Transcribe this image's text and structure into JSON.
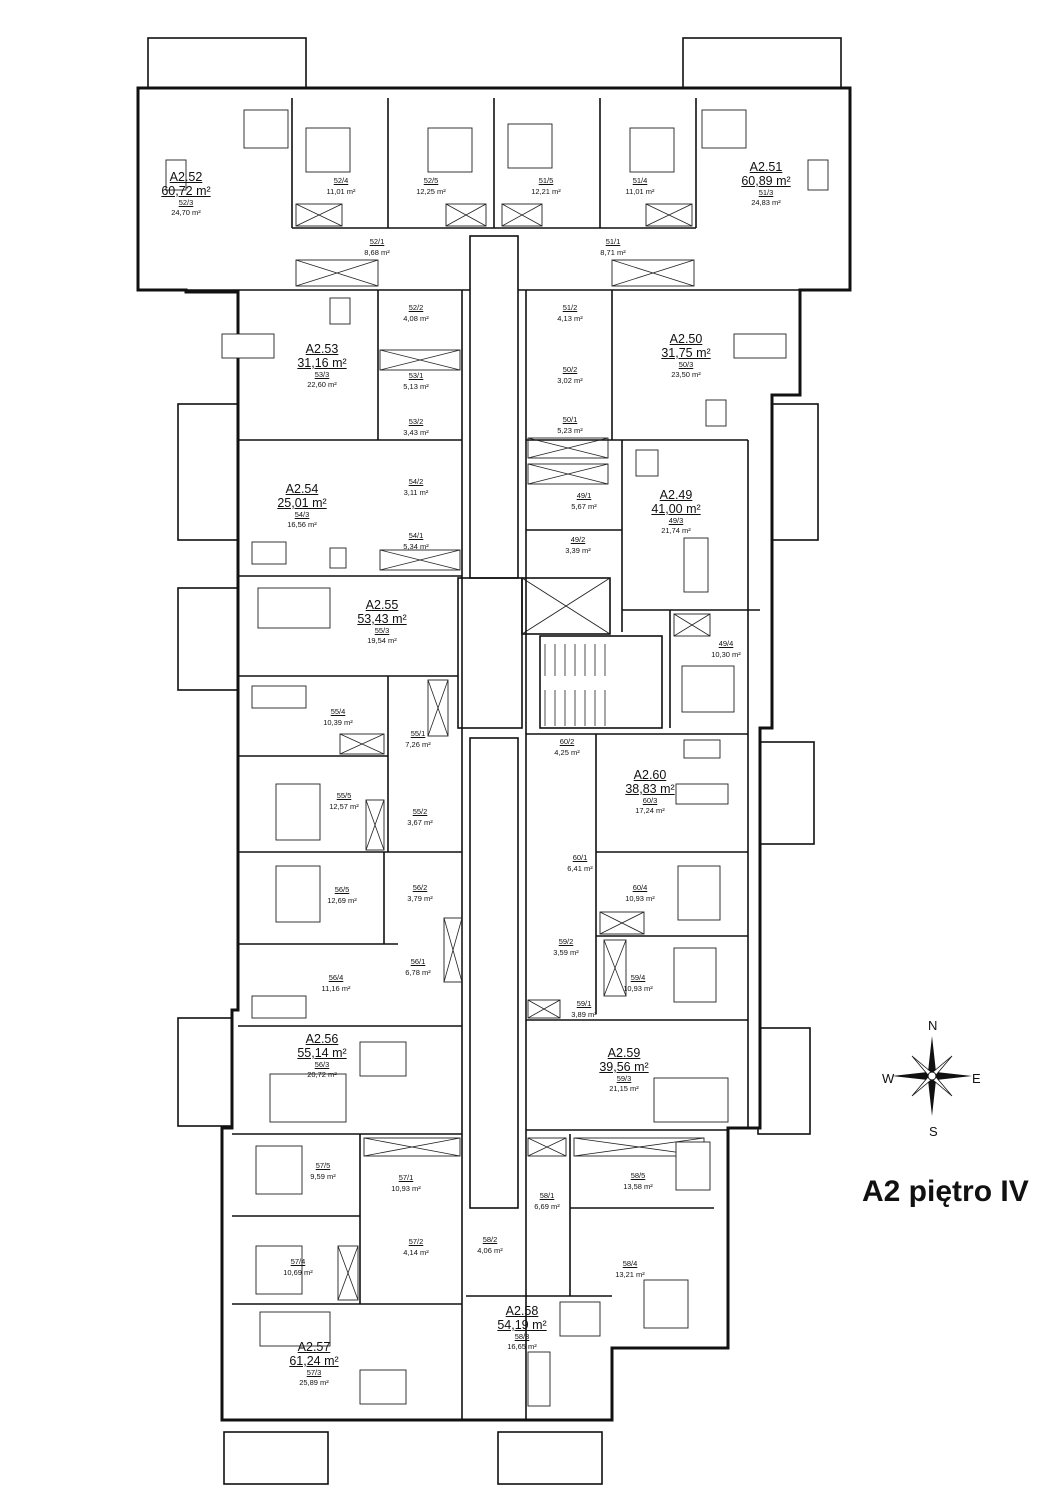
{
  "title": "A2 piętro IV",
  "compass": {
    "n": "N",
    "e": "E",
    "s": "S",
    "w": "W"
  },
  "apartments": [
    {
      "name": "A2.52",
      "area": "60,72 m²",
      "room": "52/3",
      "room_area": "24,70 m²"
    },
    {
      "name": "A2.51",
      "area": "60,89 m²",
      "room": "51/3",
      "room_area": "24,83 m²"
    },
    {
      "name": "A2.53",
      "area": "31,16 m²",
      "room": "53/3",
      "room_area": "22,60 m²"
    },
    {
      "name": "A2.50",
      "area": "31,75 m²",
      "room": "50/3",
      "room_area": "23,50 m²"
    },
    {
      "name": "A2.54",
      "area": "25,01 m²",
      "room": "54/3",
      "room_area": "16,56 m²"
    },
    {
      "name": "A2.49",
      "area": "41,00 m²",
      "room": "49/3",
      "room_area": "21,74 m²"
    },
    {
      "name": "A2.55",
      "area": "53,43 m²",
      "room": "55/3",
      "room_area": "19,54 m²"
    },
    {
      "name": "A2.60",
      "area": "38,83 m²",
      "room": "60/3",
      "room_area": "17,24 m²"
    },
    {
      "name": "A2.56",
      "area": "55,14 m²",
      "room": "56/3",
      "room_area": "20,72 m²"
    },
    {
      "name": "A2.59",
      "area": "39,56 m²",
      "room": "59/3",
      "room_area": "21,15 m²"
    },
    {
      "name": "A2.57",
      "area": "61,24 m²",
      "room": "57/3",
      "room_area": "25,89 m²"
    },
    {
      "name": "A2.58",
      "area": "54,19 m²",
      "room": "58/3",
      "room_area": "16,65 m²"
    }
  ],
  "rooms": [
    {
      "num": "52/4",
      "area": "11,01 m²"
    },
    {
      "num": "52/5",
      "area": "12,25 m²"
    },
    {
      "num": "51/5",
      "area": "12,21 m²"
    },
    {
      "num": "51/4",
      "area": "11,01 m²"
    },
    {
      "num": "52/1",
      "area": "8,68 m²"
    },
    {
      "num": "51/1",
      "area": "8,71 m²"
    },
    {
      "num": "52/2",
      "area": "4,08 m²"
    },
    {
      "num": "51/2",
      "area": "4,13 m²"
    },
    {
      "num": "53/1",
      "area": "5,13 m²"
    },
    {
      "num": "50/2",
      "area": "3,02 m²"
    },
    {
      "num": "53/2",
      "area": "3,43 m²"
    },
    {
      "num": "50/1",
      "area": "5,23 m²"
    },
    {
      "num": "54/2",
      "area": "3,11 m²"
    },
    {
      "num": "49/1",
      "area": "5,67 m²"
    },
    {
      "num": "54/1",
      "area": "5,34 m²"
    },
    {
      "num": "49/2",
      "area": "3,39 m²"
    },
    {
      "num": "49/4",
      "area": "10,30 m²"
    },
    {
      "num": "55/4",
      "area": "10,39 m²"
    },
    {
      "num": "55/1",
      "area": "7,26 m²"
    },
    {
      "num": "60/2",
      "area": "4,25 m²"
    },
    {
      "num": "55/5",
      "area": "12,57 m²"
    },
    {
      "num": "55/2",
      "area": "3,67 m²"
    },
    {
      "num": "60/1",
      "area": "6,41 m²"
    },
    {
      "num": "56/5",
      "area": "12,69 m²"
    },
    {
      "num": "56/2",
      "area": "3,79 m²"
    },
    {
      "num": "60/4",
      "area": "10,93 m²"
    },
    {
      "num": "56/1",
      "area": "6,78 m²"
    },
    {
      "num": "59/2",
      "area": "3,59 m²"
    },
    {
      "num": "56/4",
      "area": "11,16 m²"
    },
    {
      "num": "59/4",
      "area": "10,93 m²"
    },
    {
      "num": "59/1",
      "area": "3,89 m²"
    },
    {
      "num": "57/5",
      "area": "9,59 m²"
    },
    {
      "num": "57/1",
      "area": "10,93 m²"
    },
    {
      "num": "58/5",
      "area": "13,58 m²"
    },
    {
      "num": "58/1",
      "area": "6,69 m²"
    },
    {
      "num": "57/4",
      "area": "10,69 m²"
    },
    {
      "num": "57/2",
      "area": "4,14 m²"
    },
    {
      "num": "58/2",
      "area": "4,06 m²"
    },
    {
      "num": "58/4",
      "area": "13,21 m²"
    }
  ]
}
